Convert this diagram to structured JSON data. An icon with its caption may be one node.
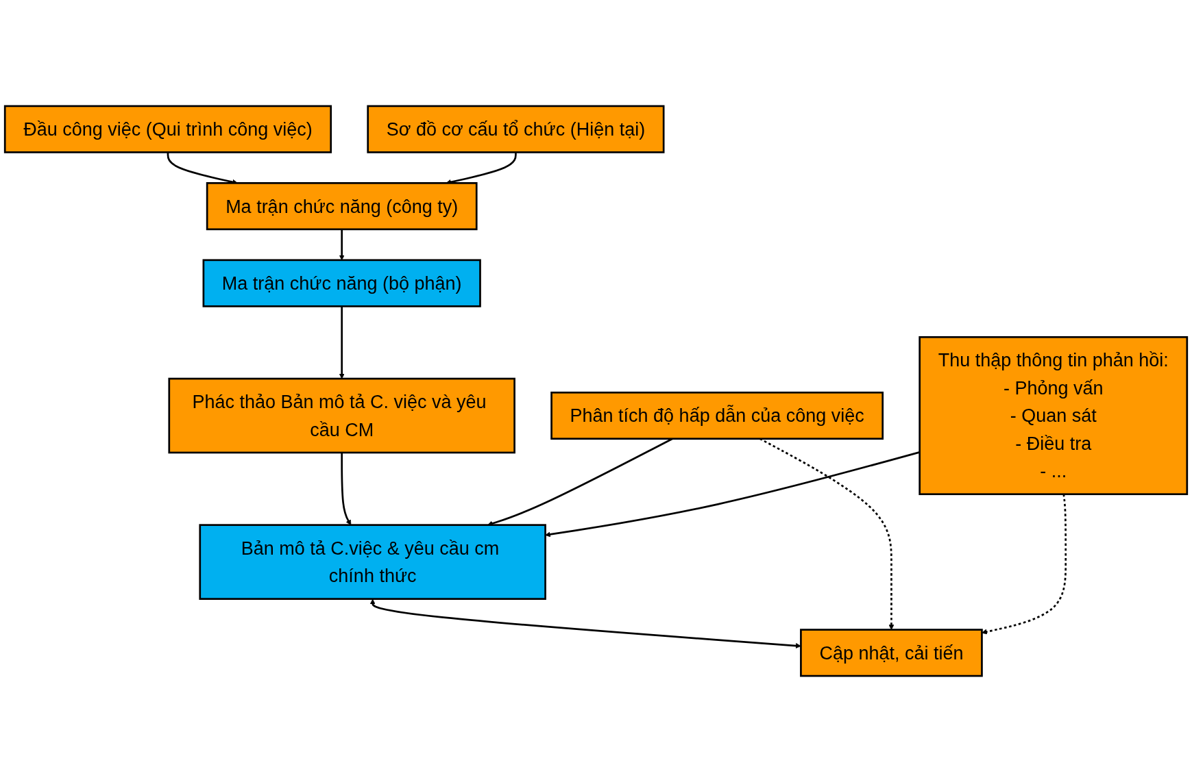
{
  "diagram": {
    "nodes": [
      {
        "text": [
          "Đầu công việc (Qui trình công việc)"
        ]
      },
      {
        "text": [
          "Sơ đồ cơ cấu tổ chức (Hiện tại)"
        ]
      },
      {
        "text": [
          "Ma trận chức năng (công ty)"
        ]
      },
      {
        "text": [
          "Ma trận chức năng (bộ phận)"
        ]
      },
      {
        "text": [
          "Phác thảo Bản mô tả C. việc và yêu cầu CM"
        ]
      },
      {
        "text": [
          "Phân tích độ hấp dẫn của công việc"
        ]
      },
      {
        "text": [
          "Thu thập thông tin phản hồi:",
          "- Phỏng vấn",
          "- Quan sát",
          "- Điều tra",
          "- ..."
        ]
      },
      {
        "text": [
          "Bản mô tả C.việc & yêu cầu cm chính thức"
        ]
      },
      {
        "text": [
          "Cập nhật, cải tiến"
        ]
      }
    ],
    "edges": [
      {
        "from": 0,
        "to": 2,
        "arrow": "to"
      },
      {
        "from": 1,
        "to": 2,
        "arrow": "to"
      },
      {
        "from": 2,
        "to": 3,
        "arrow": "to"
      },
      {
        "from": 3,
        "to": 4,
        "arrow": "to"
      },
      {
        "from": 4,
        "to": 7,
        "arrow": "to"
      },
      {
        "from": 5,
        "to": 7,
        "arrow": "to"
      },
      {
        "from": 6,
        "to": 7,
        "arrow": "to"
      },
      {
        "from": 7,
        "to": 8,
        "arrow": "both"
      },
      {
        "from": 5,
        "to": 8,
        "arrow": "to",
        "style": "dashed"
      },
      {
        "from": 6,
        "to": 8,
        "arrow": "to",
        "style": "dashed"
      }
    ]
  }
}
